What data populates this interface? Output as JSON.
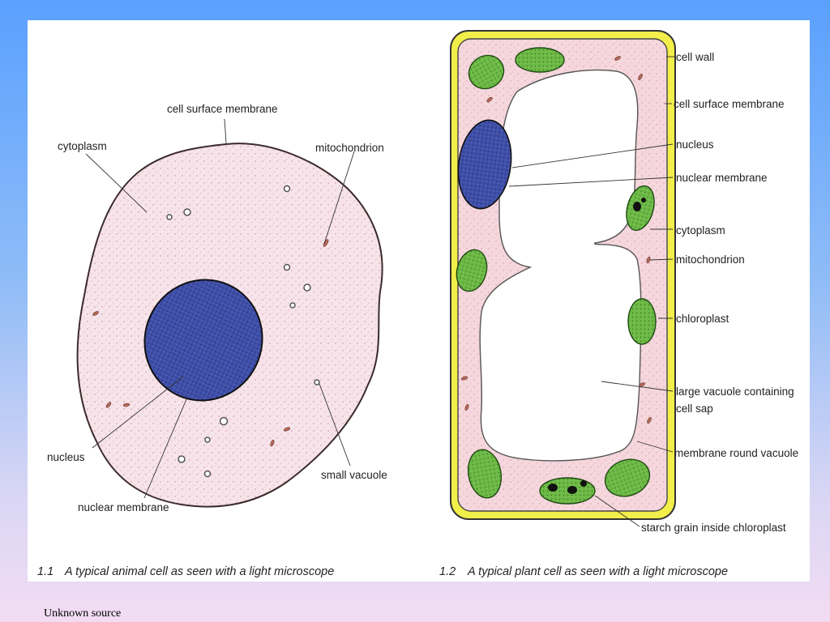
{
  "figure_1_1": {
    "number": "1.1",
    "caption": "A typical animal cell as seen with a light microscope",
    "labels": {
      "cell_surface_membrane": "cell surface membrane",
      "cytoplasm": "cytoplasm",
      "mitochondrion": "mitochondrion",
      "nucleus": "nucleus",
      "small_vacuole": "small vacuole",
      "nuclear_membrane": "nuclear membrane"
    }
  },
  "figure_1_2": {
    "number": "1.2",
    "caption": "A typical plant cell as seen with a light microscope",
    "labels": {
      "cell_wall": "cell wall",
      "cell_surface_membrane": "cell surface membrane",
      "nucleus": "nucleus",
      "nuclear_membrane": "nuclear membrane",
      "cytoplasm": "cytoplasm",
      "mitochondrion": "mitochondrion",
      "chloroplast": "chloroplast",
      "large_vacuole_line1": "large vacuole containing",
      "large_vacuole_line2": "cell sap",
      "membrane_round_vacuole": "membrane round vacuole",
      "starch_grain": "starch grain inside chloroplast"
    }
  },
  "source_note": "Unknown source",
  "colors": {
    "cytoplasm_fill": "#f7e4ea",
    "nucleus_fill": "#3f4fa8",
    "chloroplast_fill": "#6cb845",
    "cell_wall_fill": "#f2ee4a"
  }
}
